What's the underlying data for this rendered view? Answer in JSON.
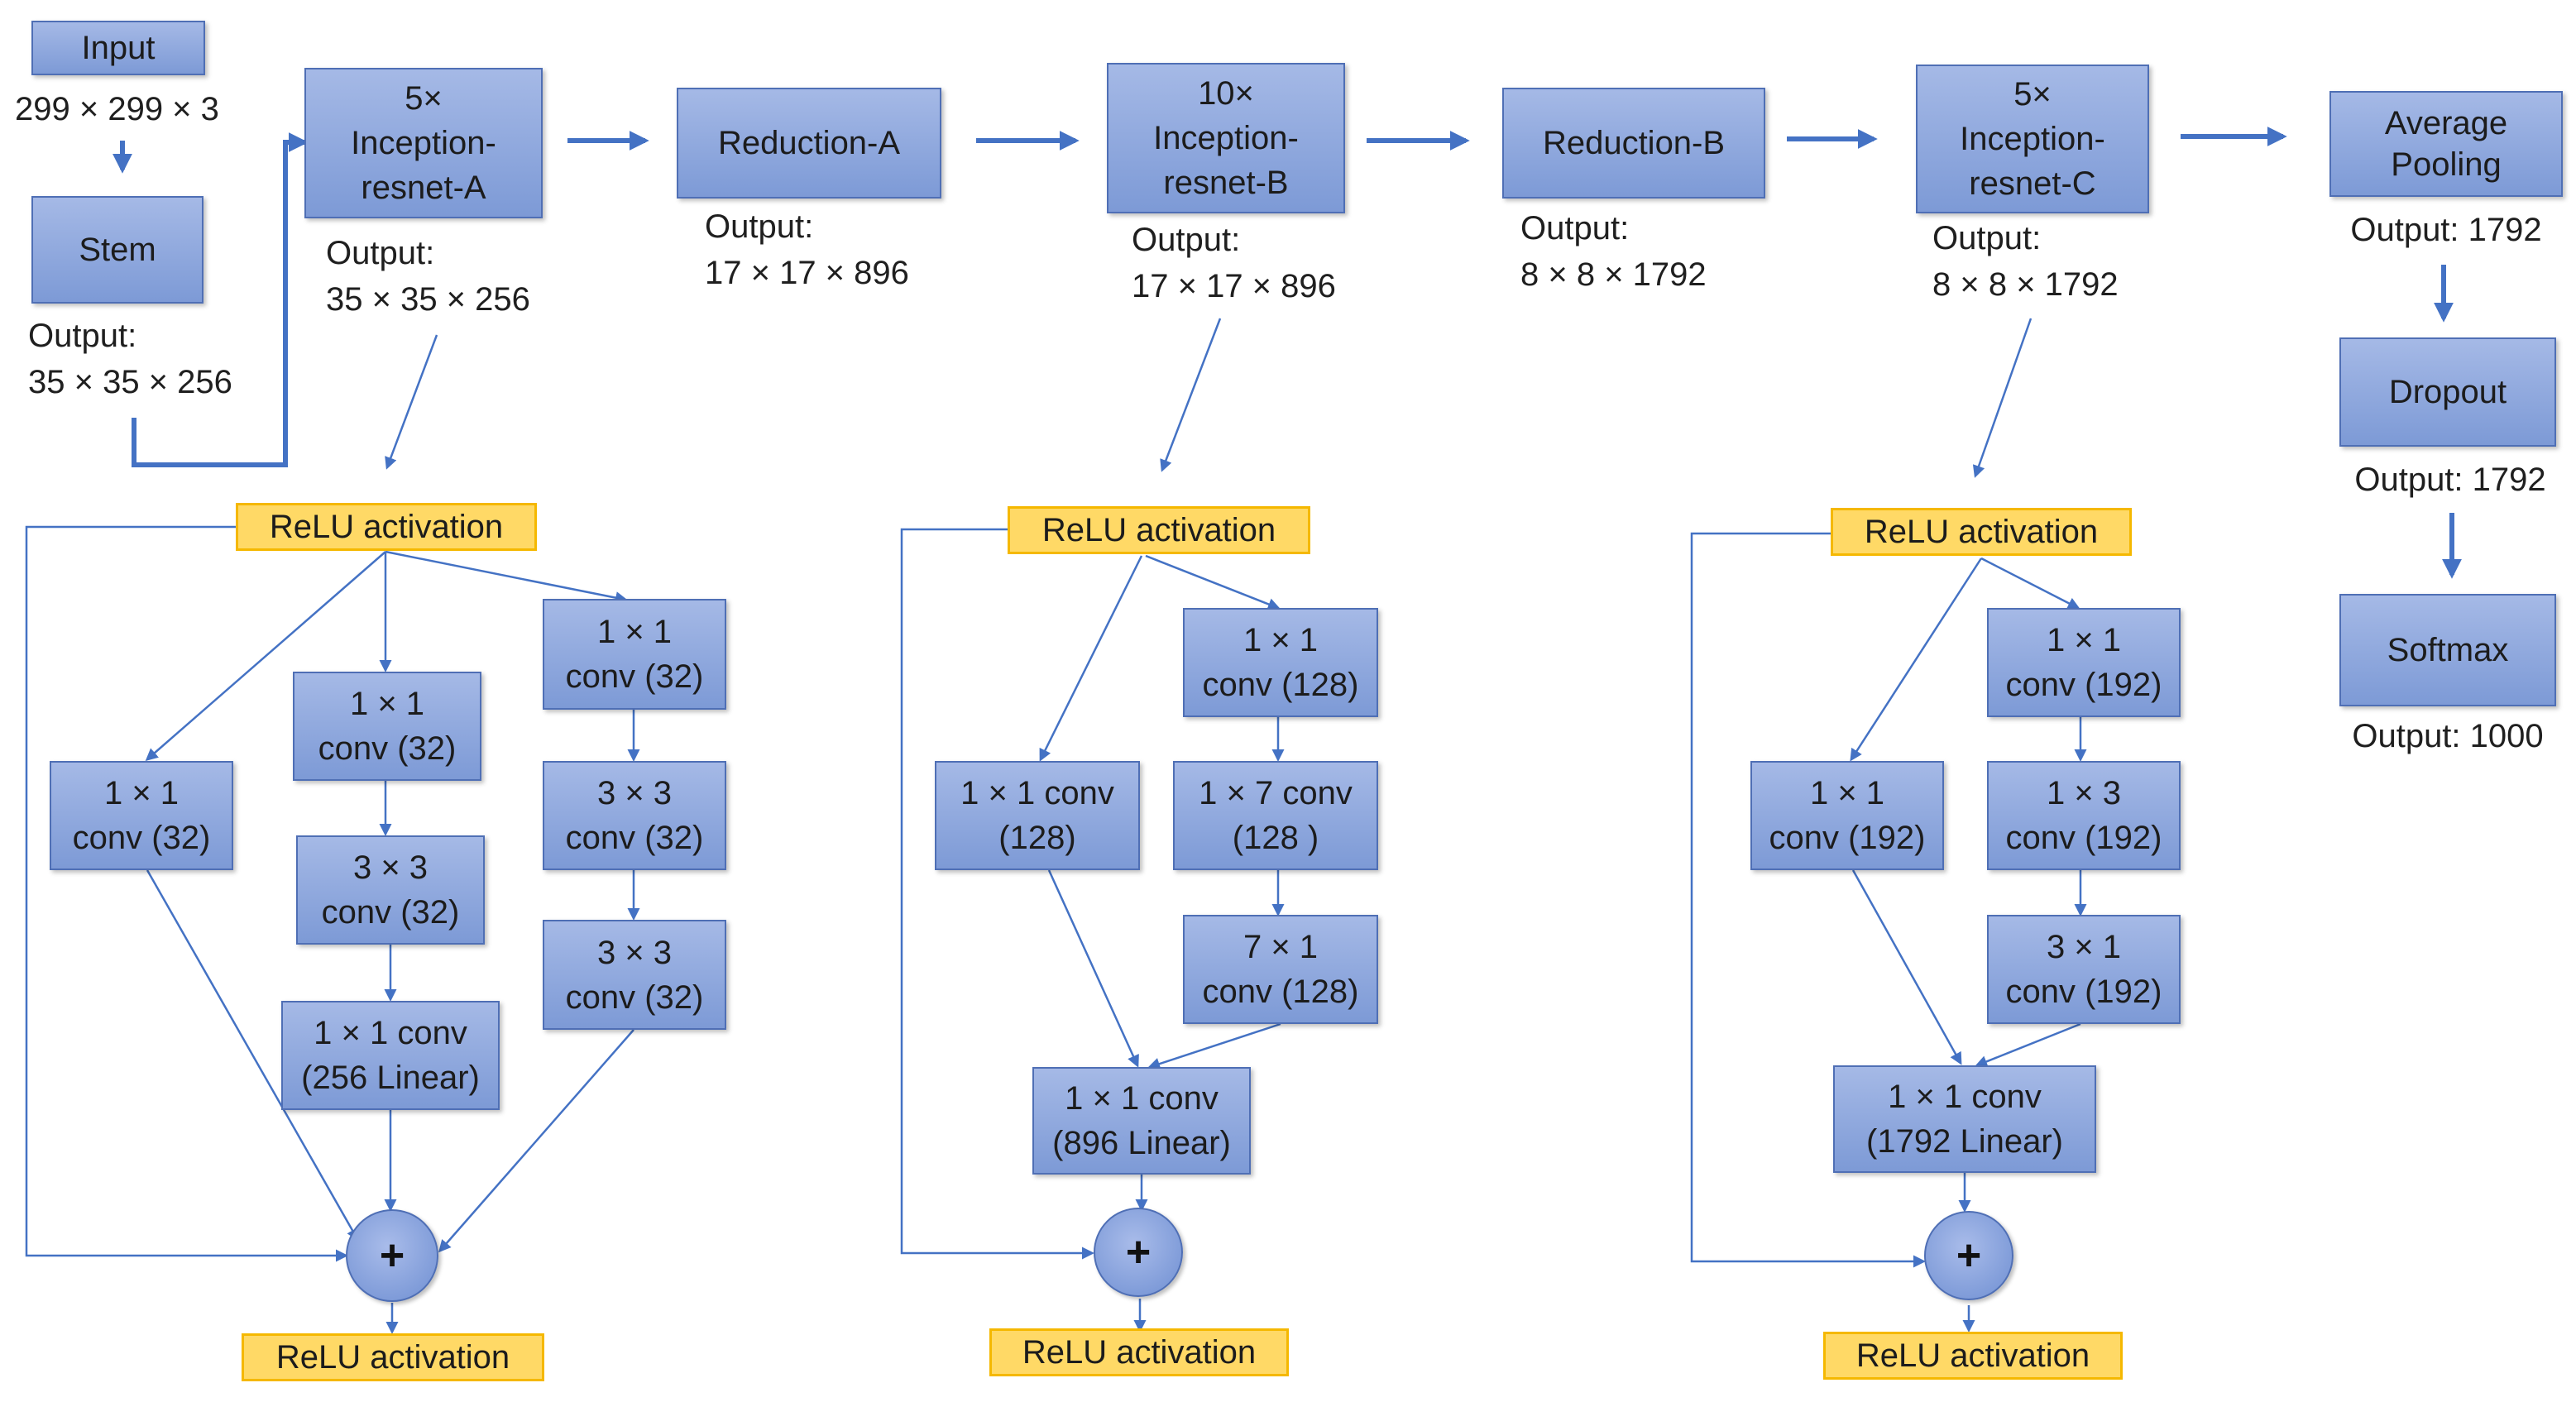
{
  "top": {
    "input": {
      "label": "Input",
      "shape": "299 × 299 × 3"
    },
    "stem": {
      "label": "Stem",
      "output_label": "Output:",
      "output_value": "35 × 35 × 256"
    },
    "inception_a": {
      "line1": "5×",
      "line2": "Inception-",
      "line3": "resnet-A",
      "output_label": "Output:",
      "output_value": "35 × 35 × 256"
    },
    "reduction_a": {
      "label": "Reduction-A",
      "output_label": "Output:",
      "output_value": "17 × 17 × 896"
    },
    "inception_b": {
      "line1": "10×",
      "line2": "Inception-",
      "line3": "resnet-B",
      "output_label": "Output:",
      "output_value": "17 × 17 × 896"
    },
    "reduction_b": {
      "label": "Reduction-B",
      "output_label": "Output:",
      "output_value": "8 × 8 × 1792"
    },
    "inception_c": {
      "line1": "5×",
      "line2": "Inception-",
      "line3": "resnet-C",
      "output_label": "Output:",
      "output_value": "8 × 8 × 1792"
    },
    "avg_pool": {
      "line1": "Average",
      "line2": "Pooling",
      "output": "Output: 1792"
    },
    "dropout": {
      "label": "Dropout",
      "output": "Output: 1792"
    },
    "softmax": {
      "label": "Softmax",
      "output": "Output: 1000"
    }
  },
  "block_a": {
    "relu_top": "ReLU activation",
    "branch1": {
      "l1": "1 × 1",
      "l2": "conv (32)"
    },
    "branch2_a": {
      "l1": "1 × 1",
      "l2": "conv (32)"
    },
    "branch2_b": {
      "l1": "3 × 3",
      "l2": "conv (32)"
    },
    "branch3_a": {
      "l1": "1 × 1",
      "l2": "conv (32)"
    },
    "branch3_b": {
      "l1": "3 × 3",
      "l2": "conv (32)"
    },
    "branch3_c": {
      "l1": "3 × 3",
      "l2": "conv (32)"
    },
    "linear": {
      "l1": "1 × 1 conv",
      "l2": "(256 Linear)"
    },
    "plus": "+",
    "relu_bottom": "ReLU activation"
  },
  "block_b": {
    "relu_top": "ReLU activation",
    "branch1": {
      "l1": "1 × 1 conv",
      "l2": "(128)"
    },
    "branch2_a": {
      "l1": "1 × 1",
      "l2": "conv (128)"
    },
    "branch2_b": {
      "l1": "1 × 7 conv",
      "l2": "(128 )"
    },
    "branch2_c": {
      "l1": "7 × 1",
      "l2": "conv (128)"
    },
    "linear": {
      "l1": "1 × 1 conv",
      "l2": "(896 Linear)"
    },
    "plus": "+",
    "relu_bottom": "ReLU activation"
  },
  "block_c": {
    "relu_top": "ReLU activation",
    "branch1": {
      "l1": "1 × 1",
      "l2": "conv (192)"
    },
    "branch2_a": {
      "l1": "1 × 1",
      "l2": "conv (192)"
    },
    "branch2_b": {
      "l1": "1 × 3",
      "l2": "conv (192)"
    },
    "branch2_c": {
      "l1": "3 × 1",
      "l2": "conv (192)"
    },
    "linear": {
      "l1": "1 × 1 conv",
      "l2": "(1792 Linear)"
    },
    "plus": "+",
    "relu_bottom": "ReLU activation"
  },
  "colors": {
    "box": "#8aa5dc",
    "box_border": "#4f6fb5",
    "relu": "#ffd966",
    "relu_border": "#f5b800",
    "arrow": "#4472c4"
  }
}
